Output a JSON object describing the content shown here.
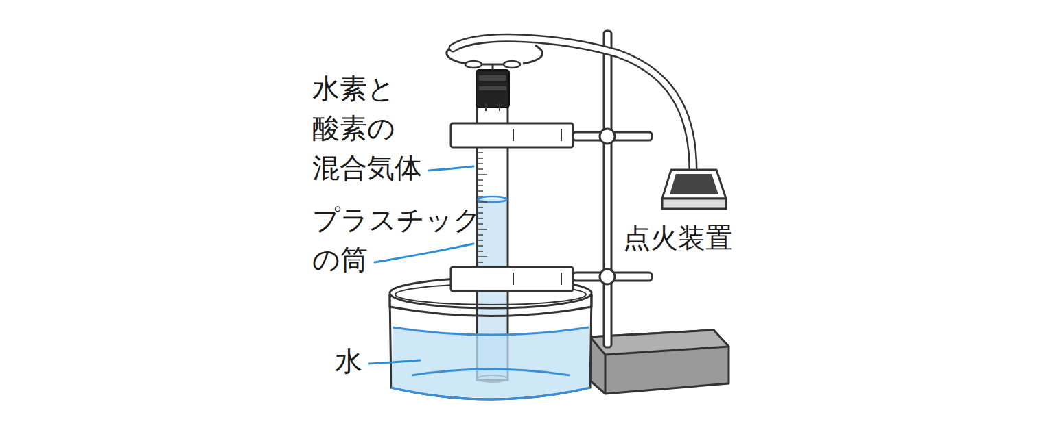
{
  "diagram": {
    "labels": [
      "水素と 酸素の 混合気体",
      "プラスチック の筒",
      "水",
      "点火装置"
    ]
  }
}
